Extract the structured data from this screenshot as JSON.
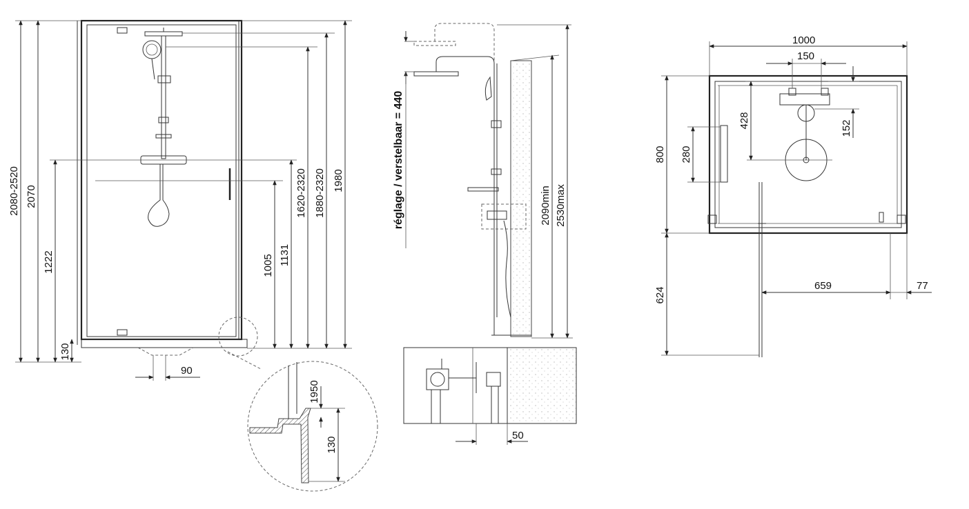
{
  "front_view": {
    "dims": {
      "total_height_range": "2080-2520",
      "height_2070": "2070",
      "height_1222": "1222",
      "height_130": "130",
      "width_90": "90",
      "height_1005": "1005",
      "height_1131": "1131",
      "height_1620_2320": "1620-2320",
      "height_1880_2320": "1880-2320",
      "height_1980": "1980"
    }
  },
  "detail_view": {
    "dims": {
      "height_1950": "1950",
      "height_130": "130"
    }
  },
  "side_view": {
    "adjust_label": "réglage / verstelbaar = 440",
    "dims": {
      "height_2090min": "2090min",
      "height_2530max": "2530max",
      "depth_50": "50"
    }
  },
  "top_view": {
    "dims": {
      "width_1000": "1000",
      "width_150": "150",
      "depth_428": "428",
      "depth_152": "152",
      "depth_800": "800",
      "width_280": "280",
      "depth_624": "624",
      "width_659": "659",
      "width_77": "77"
    }
  }
}
